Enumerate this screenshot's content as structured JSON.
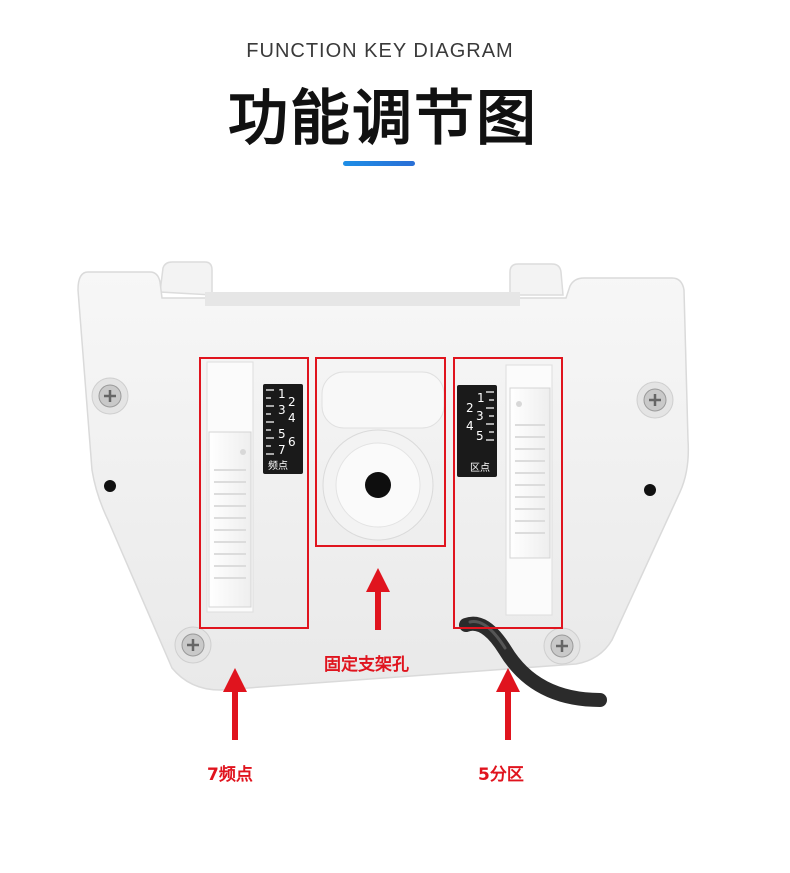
{
  "header": {
    "subtitle": "FUNCTION KEY DIAGRAM",
    "title": "功能调节图"
  },
  "device": {
    "left_switch": {
      "scale_numbers": [
        "1",
        "2",
        "3",
        "4",
        "5",
        "6",
        "7"
      ],
      "label": "频点"
    },
    "right_switch": {
      "scale_numbers": [
        "1",
        "2",
        "3",
        "4",
        "5"
      ],
      "label": "区点"
    }
  },
  "callouts": {
    "mount_hole": "固定支架孔",
    "frequency": "7频点",
    "zones": "5分区"
  },
  "colors": {
    "accent_blue": "#1e8ee6",
    "callout_red": "#e0141e"
  }
}
